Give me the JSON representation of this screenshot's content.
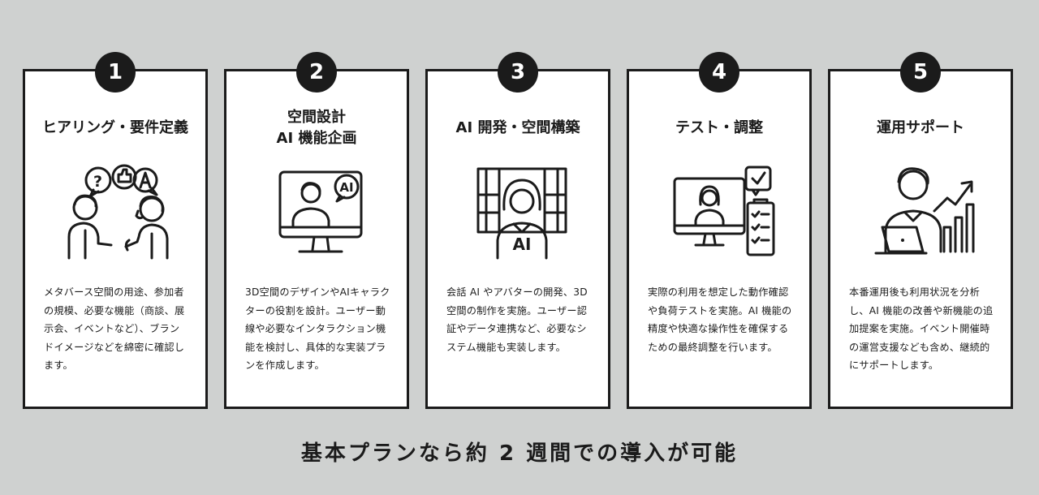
{
  "steps": [
    {
      "number": "1",
      "title": "ヒアリング・要件定義",
      "icon": "hearing-conversation-icon",
      "description": "メタバース空間の用途、参加者の規模、必要な機能（商談、展示会、イベントなど）、ブランドイメージなどを綿密に確認します。"
    },
    {
      "number": "2",
      "title": "空間設計\nAI 機能企画",
      "icon": "monitor-ai-chat-icon",
      "icon_text": "AI",
      "description": "3D空間のデザインやAIキャラクターの役割を設計。ユーザー動線や必要なインタラクション機能を検討し、具体的な実装プランを作成します。"
    },
    {
      "number": "3",
      "title": "AI 開発・空間構築",
      "icon": "ai-avatar-space-icon",
      "icon_text": "AI",
      "description": "会話 AI やアバターの開発、3D 空間の制作を実施。ユーザー認証やデータ連携など、必要なシステム機能も実装します。"
    },
    {
      "number": "4",
      "title": "テスト・調整",
      "icon": "test-checklist-monitor-icon",
      "description": "実際の利用を想定した動作確認や負荷テストを実施。AI 機能の精度や快適な操作性を確保するための最終調整を行います。"
    },
    {
      "number": "5",
      "title": "運用サポート",
      "icon": "support-growth-chart-icon",
      "description": "本番運用後も利用状況を分析し、AI 機能の改善や新機能の追加提案を実施。イベント開催時の運営支援なども含め、継続的にサポートします。"
    }
  ],
  "footer": {
    "text": "基本プランなら約 2 週間での導入が可能"
  }
}
